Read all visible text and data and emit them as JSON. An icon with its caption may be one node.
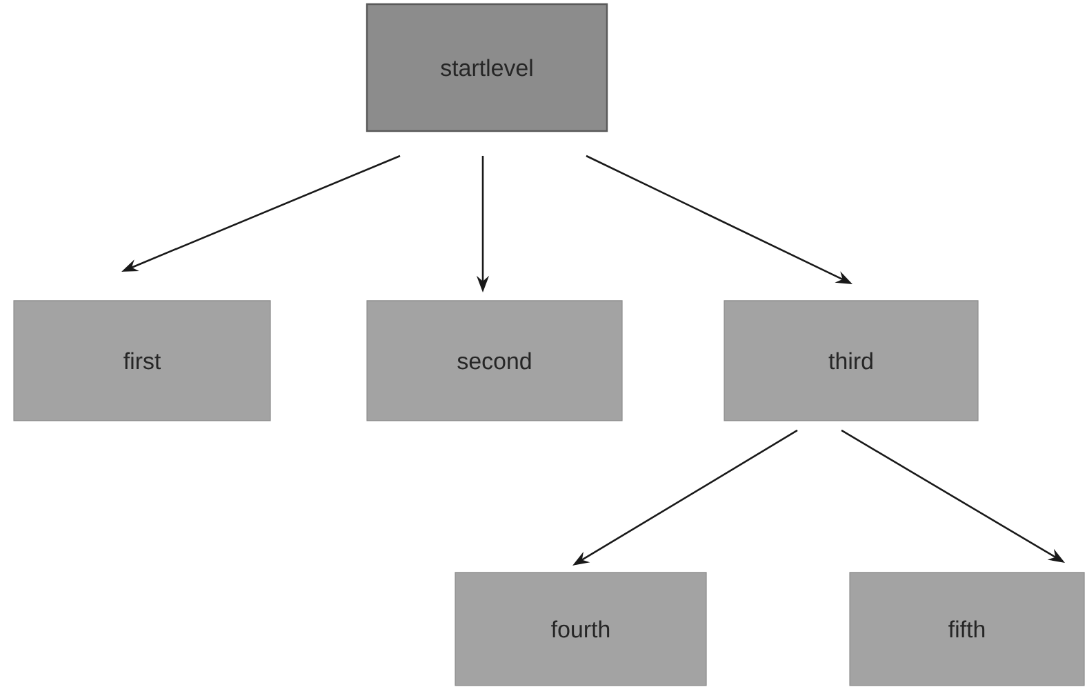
{
  "diagram": {
    "nodes": [
      {
        "text": [
          "startlevel"
        ]
      },
      {
        "text": [
          "first"
        ]
      },
      {
        "text": [
          "second"
        ]
      },
      {
        "text": [
          "third"
        ]
      },
      {
        "text": [
          "fourth"
        ]
      },
      {
        "text": [
          "fifth"
        ]
      }
    ],
    "edges": [
      {
        "from": 0,
        "to": 1,
        "arrow": "to"
      },
      {
        "from": 0,
        "to": 2,
        "arrow": "to"
      },
      {
        "from": 0,
        "to": 3,
        "arrow": "to"
      },
      {
        "from": 3,
        "to": 4,
        "arrow": "to"
      },
      {
        "from": 3,
        "to": 5,
        "arrow": "to"
      }
    ]
  }
}
